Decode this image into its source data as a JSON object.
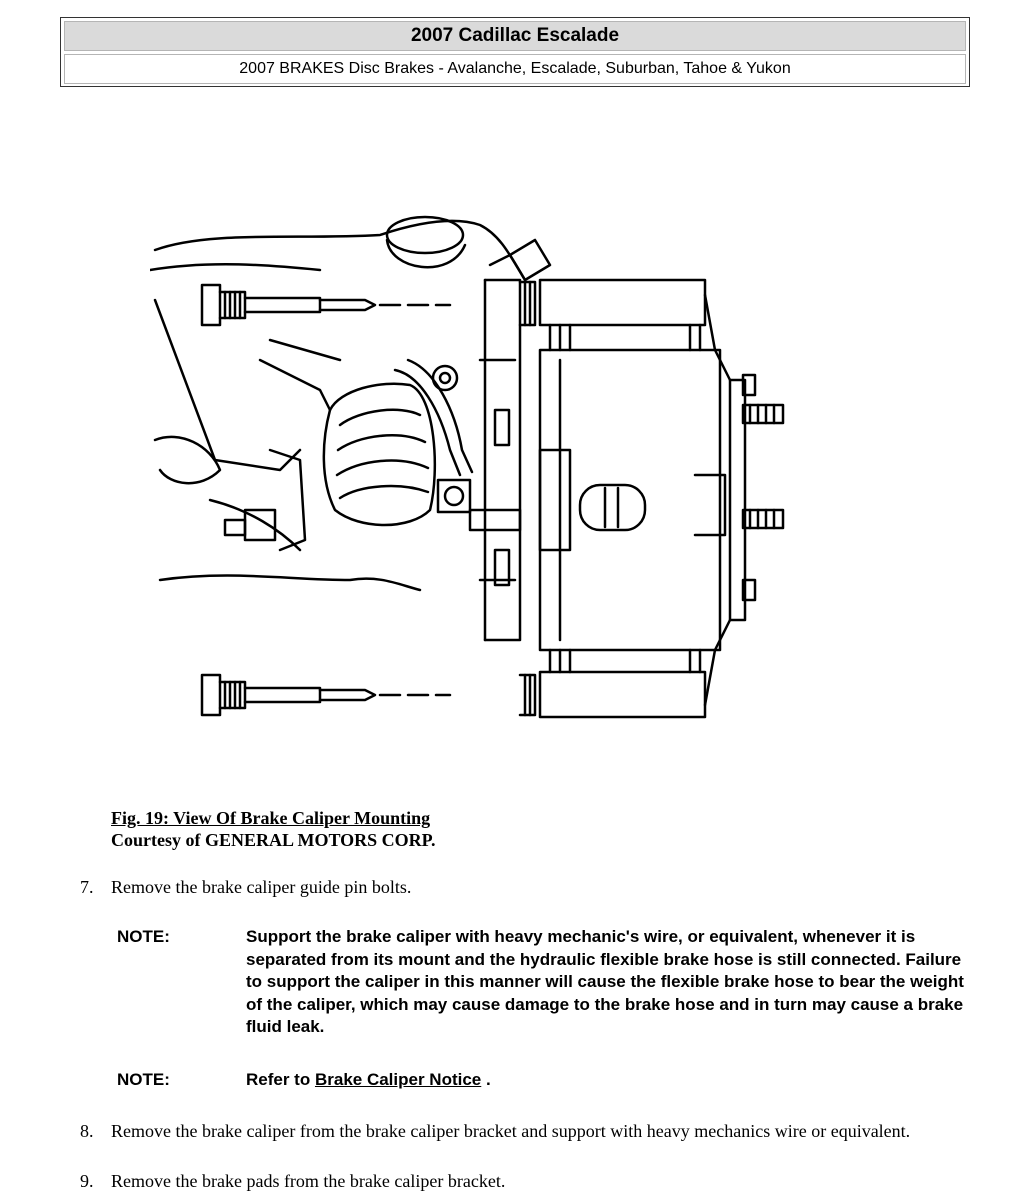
{
  "header": {
    "title": "2007 Cadillac Escalade",
    "subtitle": "2007 BRAKES Disc Brakes - Avalanche, Escalade, Suburban, Tahoe & Yukon"
  },
  "figure": {
    "caption_title": "Fig. 19: View Of Brake Caliper Mounting",
    "caption_courtesy": "Courtesy of GENERAL MOTORS CORP."
  },
  "steps": [
    {
      "num": "7.",
      "text": "Remove the brake caliper guide pin bolts."
    },
    {
      "num": "8.",
      "text": "Remove the brake caliper from the brake caliper bracket and support with heavy mechanics wire or equivalent."
    },
    {
      "num": "9.",
      "text": "Remove the brake pads from the brake caliper bracket."
    }
  ],
  "notes": [
    {
      "label": "NOTE:",
      "text": "Support the brake caliper with heavy mechanic's wire, or equivalent, whenever it is separated from its mount and the hydraulic flexible brake hose is still connected. Failure to support the caliper in this manner will cause the flexible brake hose to bear the weight of the caliper, which may cause damage to the brake hose and in turn may cause a brake fluid leak."
    },
    {
      "label": "NOTE:",
      "prefix": "Refer to",
      "link": "Brake Caliper Notice",
      "suffix": "."
    }
  ]
}
